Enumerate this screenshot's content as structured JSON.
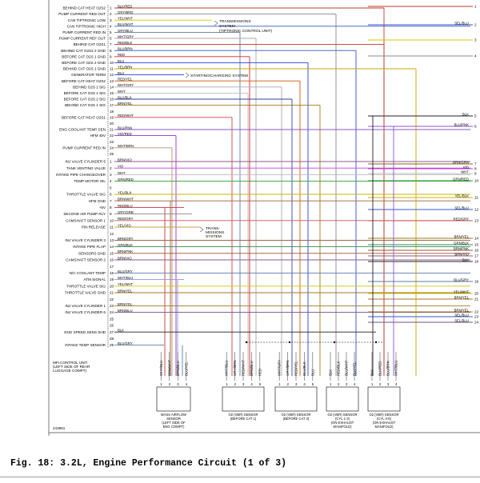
{
  "caption": "Fig. 18: 3.2L, Engine Performance Circuit (1 of 3)",
  "diagram_id": "243961",
  "ecu": {
    "block_label": [
      "MFI CONTROL UNIT",
      "(LEFT SIDE OF REAR",
      "LUGGAGE COMPT)"
    ],
    "pins_upper": [
      {
        "n": "1",
        "label": "BEHIND CAT HEAT O2S2",
        "wire": "BLK/RED",
        "color": "#c0392b"
      },
      {
        "n": "2",
        "label": "PUMP CURRENT RED OUT",
        "wire": "GRY/BRD",
        "color": "#888888"
      },
      {
        "n": "3",
        "label": "CAN TIPTRONIC LOW",
        "wire": "YEL/WHT",
        "color": "#d4c400"
      },
      {
        "n": "4",
        "label": "CAN TIPTRONIC HIGH",
        "wire": "BLU/WHT",
        "color": "#3355cc"
      },
      {
        "n": "5",
        "label": "PUMP CURRENT RED IN",
        "wire": "GRY/BLU",
        "color": "#6677aa"
      },
      {
        "n": "6",
        "label": "PUMP CURRENT REF OUT",
        "wire": "WHT/GRY",
        "color": "#aaaaaa"
      },
      {
        "n": "7",
        "label": "BEHIND CAT O2S1",
        "wire": "RED/BLK",
        "color": "#c0392b"
      },
      {
        "n": "8",
        "label": "BEHIND CAT O2S2 2 GND",
        "wire": "BLU/BRN",
        "color": "#3355cc"
      },
      {
        "n": "9",
        "label": "BEFORE CAT O2S 1 GND",
        "wire": "RED",
        "color": "#e02020"
      },
      {
        "n": "10",
        "label": "BEFORE CAT O2S 2 GND",
        "wire": "BLU",
        "color": "#2244dd"
      },
      {
        "n": "11",
        "label": "BEHIND CAT O2S 1 GND",
        "wire": "YEL/BRN",
        "color": "#c8a800"
      },
      {
        "n": "12",
        "label": "GENERATOR TERM",
        "wire": "BLU",
        "color": "#2244dd"
      },
      {
        "n": "13",
        "label": "BEFORE CAT HEAT O2S2",
        "wire": "RED/YEL",
        "color": "#d35400"
      },
      {
        "n": "14",
        "label": "BEHIND O2S 2 SIG",
        "wire": "WHT/GRY",
        "color": "#aaaaaa"
      },
      {
        "n": "15",
        "label": "BEFORE CAT O2S 1 SIG",
        "wire": "WHT",
        "color": "#bbbbbb"
      },
      {
        "n": "16",
        "label": "BEFORE CAT O2S 2 SIG",
        "wire": "BLU/BLK",
        "color": "#334499"
      },
      {
        "n": "17",
        "label": "BEHIND CAT O2S 1 SIG",
        "wire": "BRN/YEL",
        "color": "#a07a20"
      },
      {
        "n": "18",
        "label": "",
        "wire": "",
        "color": ""
      },
      {
        "n": "19",
        "label": "BEFORE CAT HEAT O2S1",
        "wire": "RED/WHT",
        "color": "#d04040"
      },
      {
        "n": "20",
        "label": "",
        "wire": "",
        "color": ""
      },
      {
        "n": "21",
        "label": "ENG COOLANT TEMP SEN",
        "wire": "BLU/PNK",
        "color": "#8855cc"
      },
      {
        "n": "22",
        "label": "HFM 45V",
        "wire": "VIO/RED",
        "color": "#9b30c0"
      },
      {
        "n": "23",
        "label": "",
        "wire": "",
        "color": ""
      },
      {
        "n": "24",
        "label": "PUMP CURRENT RED IN",
        "wire": "WHT/BRN",
        "color": "#b09070"
      },
      {
        "n": "25",
        "label": "",
        "wire": "",
        "color": ""
      }
    ],
    "pins_lower": [
      {
        "n": "1",
        "label": "INJ VALVE CYLINDER 5",
        "wire": "BRN/VIO",
        "color": "#8e5a8e"
      },
      {
        "n": "2",
        "label": "TANK VENTING VALVE",
        "wire": "VIO",
        "color": "#c040e0"
      },
      {
        "n": "3",
        "label": "INTAKE PIPE CHANGEOVER",
        "wire": "WHT",
        "color": "#bbbbbb"
      },
      {
        "n": "4",
        "label": "TEMP MOTOR OIL",
        "wire": "GRN/RED",
        "color": "#2e9e2e"
      },
      {
        "n": "5",
        "label": "",
        "wire": "",
        "color": ""
      },
      {
        "n": "6",
        "label": "THROTTLE VALVE SIG",
        "wire": "YEL/BLK",
        "color": "#c8b400"
      },
      {
        "n": "7",
        "label": "HFM GND",
        "wire": "BRN/WHT",
        "color": "#a06030"
      },
      {
        "n": "8",
        "label": "+5V",
        "wire": "RED/BLU",
        "color": "#cc3344"
      },
      {
        "n": "9",
        "label": "SECOND AIR PUMP RLY",
        "wire": "GRY/GRB",
        "color": "#888888"
      },
      {
        "n": "10",
        "label": "CAMSHAFT SENSOR 1",
        "wire": "RED/GRY",
        "color": "#cc5555"
      },
      {
        "n": "11",
        "label": "P/N RELEASE",
        "wire": "YEL/VIO",
        "color": "#c8a040"
      },
      {
        "n": "12",
        "label": "",
        "wire": "",
        "color": ""
      },
      {
        "n": "13",
        "label": "INJ VALVE CYLINDER 3",
        "wire": "BRN/GRY",
        "color": "#8b5a2b"
      },
      {
        "n": "14",
        "label": "INTAKE PIPE FLAP",
        "wire": "GRN/BLK",
        "color": "#2e8b57"
      },
      {
        "n": "15",
        "label": "SENSORS GND",
        "wire": "BRN/PNK",
        "color": "#a0522d"
      },
      {
        "n": "16",
        "label": "CAMSHAFT SENSOR 2",
        "wire": "BRN/VIO",
        "color": "#8e5a8e"
      },
      {
        "n": "17",
        "label": "",
        "wire": "",
        "color": ""
      },
      {
        "n": "18",
        "label": "N/C COOLANT TEMP",
        "wire": "BLU/GRY",
        "color": "#5a7ab0"
      },
      {
        "n": "19",
        "label": "ATM SIGNAL",
        "wire": "WHT/BLU",
        "color": "#8899dd"
      },
      {
        "n": "20",
        "label": "THROTTLE VALVE SIG",
        "wire": "YEL/WHT",
        "color": "#d4c400"
      },
      {
        "n": "21",
        "label": "THROTTLE VALVE GND",
        "wire": "BRN/YEL",
        "color": "#a07a20"
      },
      {
        "n": "22",
        "label": "",
        "wire": "",
        "color": ""
      },
      {
        "n": "23",
        "label": "INJ VALVE CYLINDER 1",
        "wire": "BRN/YEL",
        "color": "#a07a20"
      },
      {
        "n": "24",
        "label": "INJ VALVE CYLINDER 6",
        "wire": "BRN/BLU",
        "color": "#705080"
      },
      {
        "n": "25",
        "label": "",
        "wire": "",
        "color": ""
      },
      {
        "n": "26",
        "label": "",
        "wire": "",
        "color": ""
      },
      {
        "n": "27",
        "label": "ENG SPEED SENS SHD",
        "wire": "BLK",
        "color": "#222222"
      },
      {
        "n": "28",
        "label": "",
        "wire": "",
        "color": ""
      },
      {
        "n": "29",
        "label": "INTAKE TEMP SENSOR",
        "wire": "BLU/GRY",
        "color": "#5a7ab0"
      }
    ]
  },
  "systems": {
    "transmission_upper": [
      "TRANSMISSIONS",
      "SYSTEM",
      "(TIPTRONIC CONTROL UNIT)"
    ],
    "starting_charging": "STARTING/CHARGING SYSTEM",
    "transmission_lower": [
      "TRANS-",
      "MISSIONS",
      "SYSTEM"
    ]
  },
  "right_edge": [
    {
      "n": "1",
      "wire": "",
      "color": "#c0392b"
    },
    {
      "n": "2",
      "wire": "SEL/BLU",
      "color": "#3355cc"
    },
    {
      "n": "3",
      "wire": "",
      "color": "#d4c400"
    },
    {
      "n": "4",
      "wire": "",
      "color": "#888888"
    },
    {
      "n": "5",
      "wire": "BLK",
      "color": "#222222"
    },
    {
      "n": "6",
      "wire": "BLU/PNK",
      "color": "#8855cc"
    },
    {
      "n": "7",
      "wire": "BRN/GRN",
      "color": "#7a6a20"
    },
    {
      "n": "8",
      "wire": "VIO",
      "color": "#c040e0"
    },
    {
      "n": "9",
      "wire": "WHT",
      "color": "#bbbbbb"
    },
    {
      "n": "10",
      "wire": "GRN/RED",
      "color": "#2e9e2e"
    },
    {
      "n": "11",
      "wire": "YEL/BLK",
      "color": "#c8b400"
    },
    {
      "n": "12",
      "wire": "SEL/BLU",
      "color": "#3355cc"
    },
    {
      "n": "13",
      "wire": "RED/GRY",
      "color": "#cc5555"
    },
    {
      "n": "14",
      "wire": "BRN/YEL",
      "color": "#a07a20"
    },
    {
      "n": "15",
      "wire": "GRN/BLK",
      "color": "#2e8b57"
    },
    {
      "n": "16",
      "wire": "BRN/PNK",
      "color": "#a0522d"
    },
    {
      "n": "17",
      "wire": "BRN/VIO",
      "color": "#8e5a8e"
    },
    {
      "n": "18",
      "wire": "BLK",
      "color": "#222222"
    },
    {
      "n": "19",
      "wire": "BLU/GRY",
      "color": "#5a7ab0"
    },
    {
      "n": "20",
      "wire": "YEL/WHT",
      "color": "#d4c400"
    },
    {
      "n": "21",
      "wire": "BRN/YEL",
      "color": "#a07a20"
    },
    {
      "n": "22",
      "wire": "BRN/YEL",
      "color": "#a07a20"
    },
    {
      "n": "23",
      "wire": "SEL/BLU",
      "color": "#3355cc"
    },
    {
      "n": "24",
      "wire": "SEL/BLU",
      "color": "#705080"
    }
  ],
  "components": {
    "maf": {
      "label": [
        "MASS AIRFLOW",
        "SENSOR",
        "(LEFT SIDE OF",
        "ENG COMPT)"
      ],
      "wires": [
        "WHT/BLU",
        "BRN/WHT",
        "BRN/BLU",
        "BLU/YEL"
      ]
    },
    "o2_1": {
      "label": [
        "O2 (VBR) SENSOR",
        "(BEFORE CAT 1)"
      ],
      "wires": [
        "WHT/BLU",
        "GRY/BRN",
        "RED/WHT",
        "BRN/BLU",
        "RED"
      ]
    },
    "o2_2": {
      "label": [
        "O2 (VBR) SENSOR",
        "(BEFORE CAT 2)"
      ],
      "wires": [
        "WHT/GRY",
        "GRY/BRN",
        "RED/YEL",
        "BLU/BLK",
        "BLU"
      ]
    },
    "o2_3": {
      "label": [
        "O2 (VBR) SENSOR",
        "(CYL 1-3)",
        "(ON EXHAUST",
        "MANIFOLD)"
      ],
      "wires": [
        "BLK",
        "RED/BLK",
        "BLU/WHT",
        "BLK/YEL"
      ]
    },
    "o2_4": {
      "label": [
        "O2 (VBR) SENSOR",
        "(CYL 4-6)",
        "(ON EXHAUST",
        "MANIFOLD)"
      ],
      "wires": [
        "BLK",
        "BLK/RED",
        "BLU/BRN",
        "WHT/BLU"
      ]
    }
  }
}
